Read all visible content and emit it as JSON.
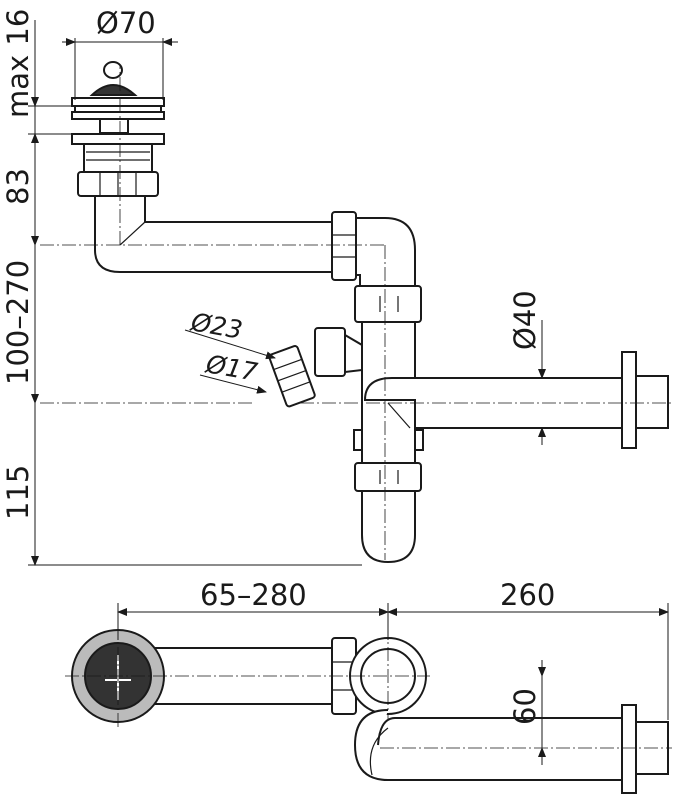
{
  "dimensions": {
    "plug_diameter": "Ø70",
    "max_flange": "max 16",
    "plug_height": "83",
    "drop_range": "100–270",
    "trap_depth": "115",
    "hose_outer": "Ø23",
    "hose_inner": "Ø17",
    "outlet_diameter": "Ø40",
    "horizontal_range": "65–280",
    "outlet_length": "260",
    "offset": "60"
  }
}
